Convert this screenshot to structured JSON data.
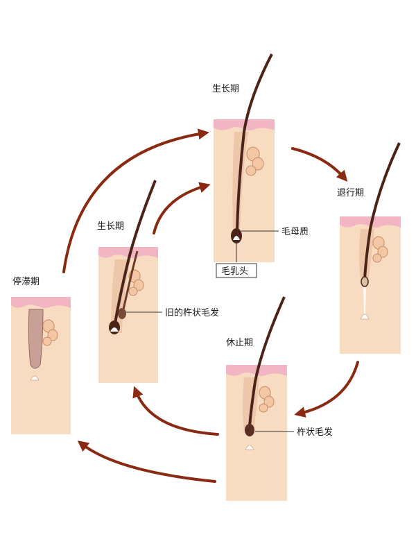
{
  "labels": {
    "anagen_top": "生长期",
    "catagen": "退行期",
    "telogen": "休止期",
    "anagen_left": "生长期",
    "stagnation": "停滞期",
    "hair_matrix": "毛母质",
    "dermal_papilla": "毛乳头",
    "old_club_hair": "旧的杵状毛发",
    "club_hair": "杵状毛发"
  },
  "colors": {
    "skin": "#f7dcc2",
    "epidermis_pink": "#f2b5c4",
    "hair": "#4a2418",
    "arrow": "#8b2a12",
    "gland": "#f3c7a4"
  }
}
